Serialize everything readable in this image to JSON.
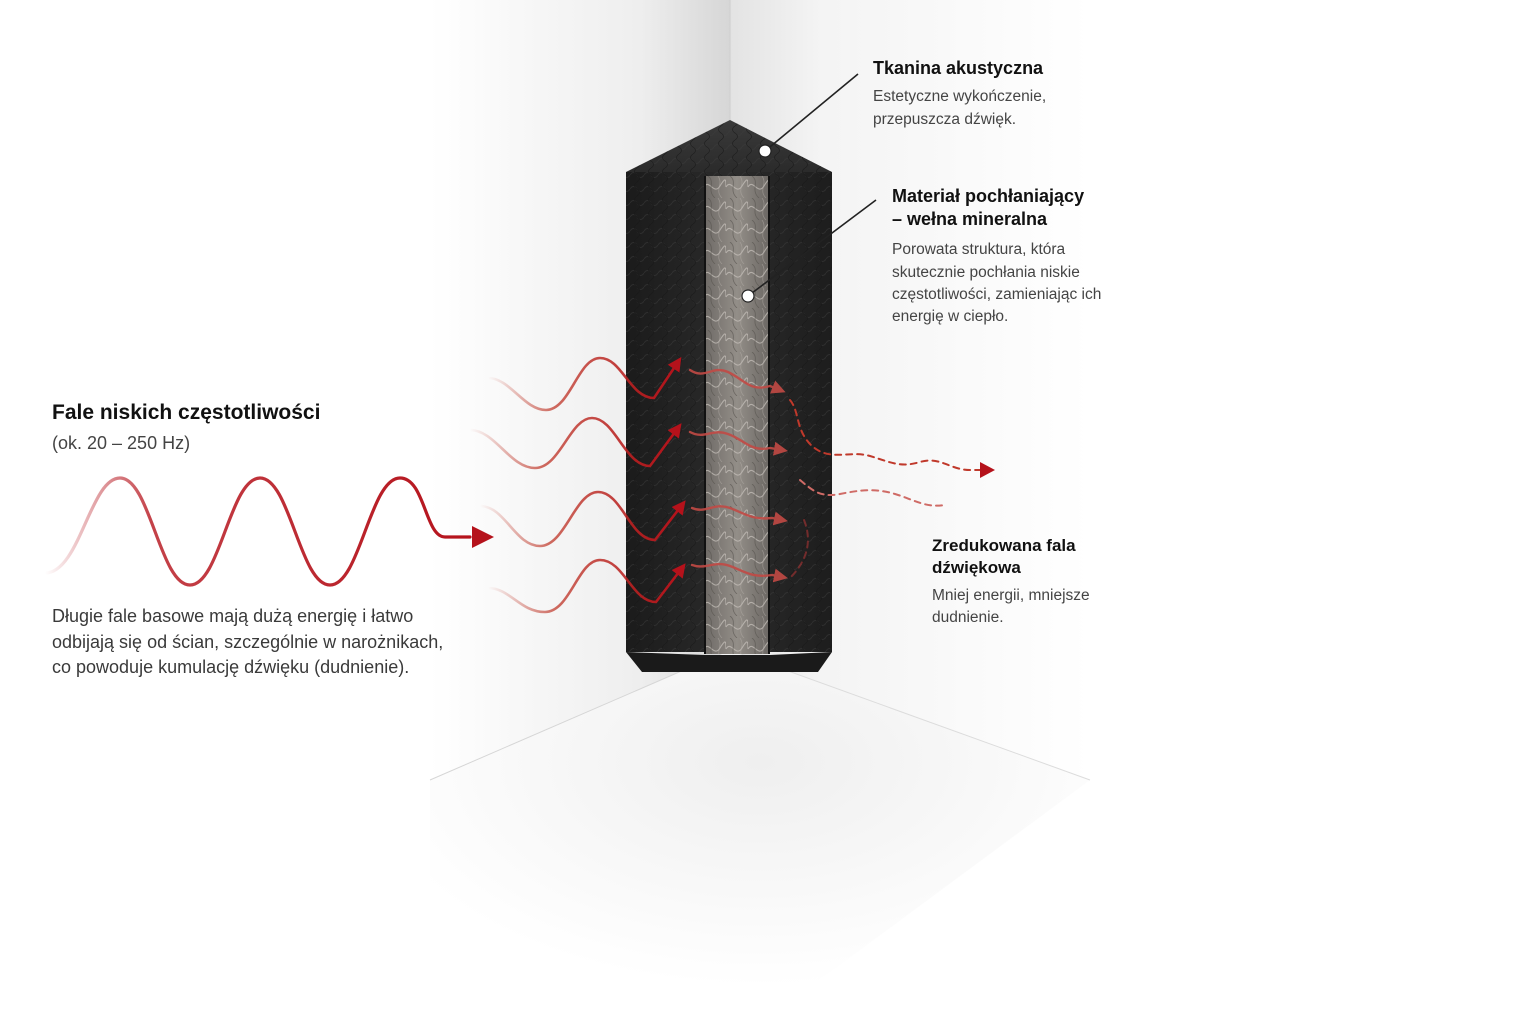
{
  "labels": {
    "fabric": {
      "title": "Tkanina akustyczna",
      "desc_lines": [
        "Estetyczne wykończenie,",
        "przepuszcza dźwięk."
      ]
    },
    "absorber": {
      "title_lines": [
        "Materiał pochłaniający",
        "– wełna mineralna"
      ],
      "desc_lines": [
        "Porowata struktura, która",
        "skutecznie pochłania niskie",
        "częstotliwości, zamieniając ich",
        "energię w ciepło."
      ]
    },
    "low_freq": {
      "title": "Fale niskich częstotliwości",
      "subtitle": "(ok. 20 – 250 Hz)"
    },
    "explanation": {
      "desc_lines": [
        "Długie fale basowe mają dużą energię i łatwo",
        "odbijają się od ścian, szczególnie w narożnikach,",
        "co powoduje kumulację dźwięku (dudnienie)."
      ]
    },
    "reduced": {
      "title_lines": [
        "Zredukowana fala",
        "dźwiękowa"
      ],
      "desc_lines": [
        "Mniej energii, mniejsze",
        "dudnienie."
      ]
    }
  },
  "colors": {
    "wave_red": "#b5121b",
    "panel_dark": "#222222",
    "core_gray": "#8a8580",
    "text_dark": "#111111",
    "text_gray": "#444444"
  },
  "icons": {
    "incoming_arrow": "arrow-right-icon",
    "exit_arrow": "arrow-right-icon"
  }
}
